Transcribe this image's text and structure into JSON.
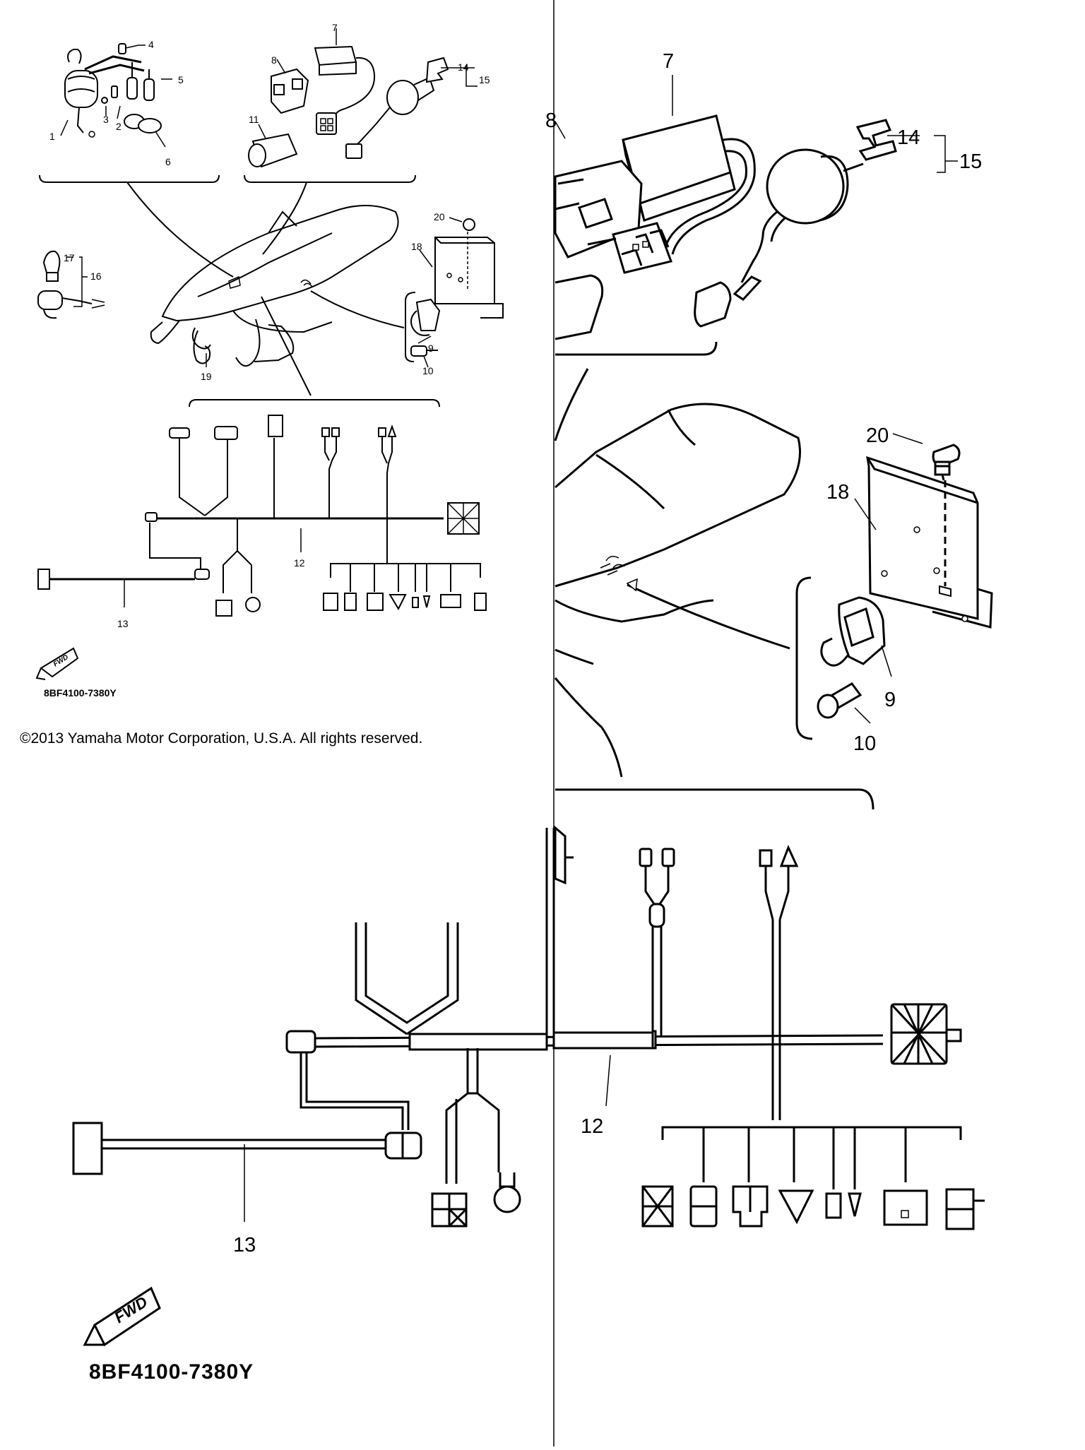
{
  "diagram": {
    "part_code": "8BF4100-7380Y",
    "copyright": "©2013 Yamaha Motor Corporation, U.S.A. All rights reserved.",
    "fwd_label": "FWD",
    "overview_callouts": [
      "1",
      "2",
      "3",
      "4",
      "5",
      "6",
      "7",
      "8",
      "11",
      "14",
      "15",
      "16",
      "17",
      "18",
      "19",
      "20",
      "9",
      "10",
      "12",
      "13"
    ],
    "detail_callouts": [
      "7",
      "8",
      "14",
      "15",
      "20",
      "18",
      "9",
      "10",
      "12",
      "13"
    ]
  }
}
